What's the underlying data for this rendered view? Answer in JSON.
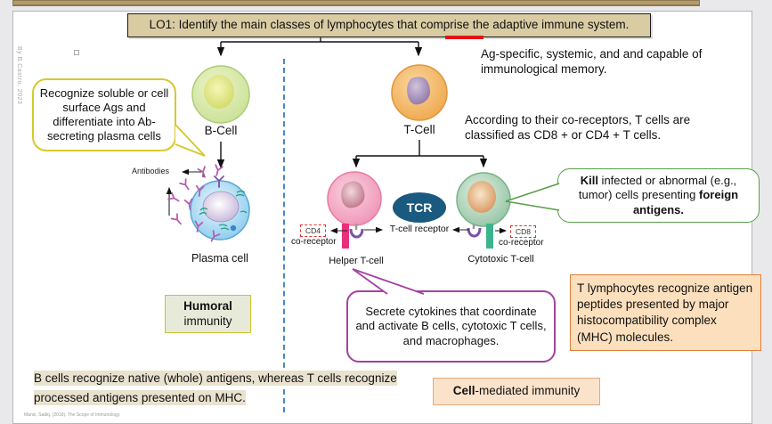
{
  "frame": {
    "credit": "By B.Castro, 2023",
    "citation": "Mansi, Sadiq. (2018). The Scope of Immunology."
  },
  "title": {
    "text": "LO1: Identify the main classes of lymphocytes that comprise the adaptive immune system.",
    "underline_color": "#e11414"
  },
  "notes": {
    "ag_specific": "Ag-specific, systemic, and and capable of immunological memory.",
    "co_receptors": "According to their co-receptors, T cells are classified as CD8 + or CD4 + T cells.",
    "mhc": "T lymphocytes recognize antigen peptides presented by major histocompatibility complex (MHC) molecules.",
    "b_vs_t": "B cells recognize native (whole) antigens, whereas T cells recognize processed antigens presented on MHC."
  },
  "b_branch": {
    "callout": "Recognize soluble or cell surface Ags and differentiate into Ab-secreting plasma cells",
    "b_cell": "B-Cell",
    "antibodies": "Antibodies",
    "plasma_cell": "Plasma cell",
    "humoral_bold": "Humoral",
    "humoral_rest": "immunity"
  },
  "t_branch": {
    "t_cell": "T-Cell",
    "helper": "Helper T-cell",
    "cytotoxic": "Cytotoxic T-cell",
    "tcr": "TCR",
    "t_cell_receptor": "T-cell receptor",
    "cd4": "CD4",
    "cd8": "CD8",
    "co_receptor_left": "co-receptor",
    "co_receptor_right": "co-receptor",
    "kill": {
      "bold1": "Kill",
      "mid": " infected or abnormal (e.g., tumor) cells presenting ",
      "bold2": "foreign antigens."
    },
    "secrete": "Secrete cytokines that coordinate and activate B cells, cytotoxic T cells, and macrophages.",
    "cell_mediated_bold": "Cell",
    "cell_mediated_rest": "-mediated immunity"
  },
  "colors": {
    "title_bg": "#d9cca3",
    "divider_blue": "#4a86c8",
    "tcr_fill": "#1a5a80",
    "kill_border": "#5a9e4a",
    "secrete_border": "#a343a0",
    "callout_border": "#d6c92e",
    "mhc_bg": "#fcdfbd",
    "cd_dashed_border": "#e23030",
    "antibody_purple": "#b55fae"
  }
}
